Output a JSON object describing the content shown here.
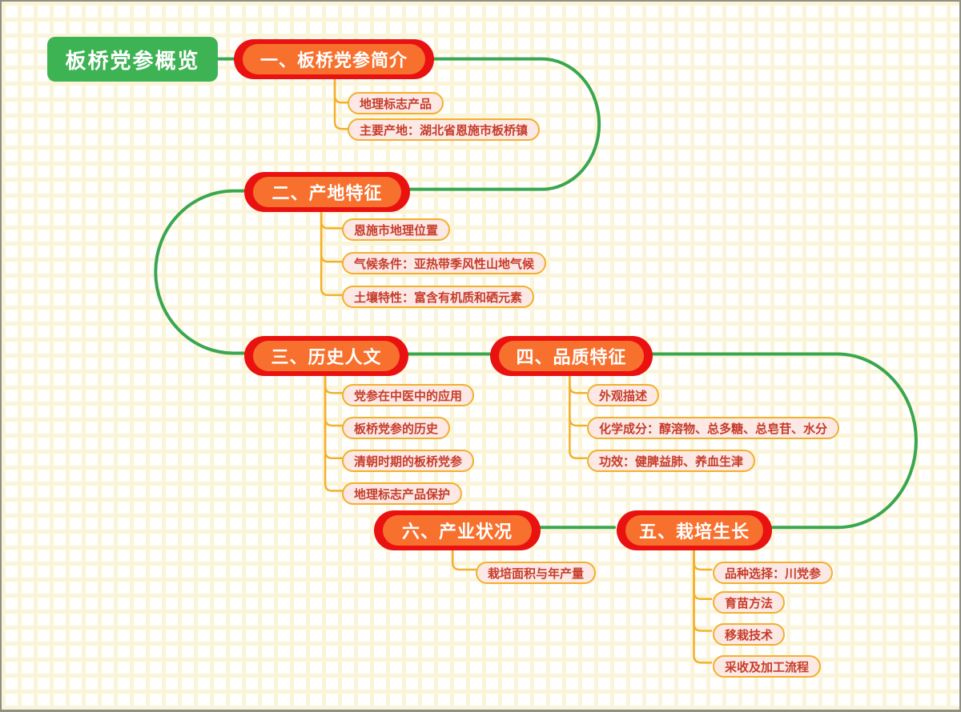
{
  "canvas": {
    "type": "mindmap",
    "background": "white with pale-yellow 20px grid"
  },
  "colors": {
    "root_fill": "#3eb354",
    "topic_ring": "#ea1111",
    "topic_fill": "#f8702e",
    "topic_text": "#ffffff",
    "subtopic_fill": "#fce8e5",
    "subtopic_border": "#f3b02c",
    "subtopic_text": "#c63c2a",
    "main_connector": "#3aa64f",
    "branch_connector": "#f3b02c",
    "grid_line": "#faf4d8"
  },
  "mindmap": {
    "root": "板桥党参概览",
    "topics": [
      {
        "label": "一、板桥党参简介",
        "children": [
          "地理标志产品",
          "主要产地：湖北省恩施市板桥镇"
        ]
      },
      {
        "label": "二、产地特征",
        "children": [
          "恩施市地理位置",
          "气候条件：亚热带季风性山地气候",
          "土壤特性：富含有机质和硒元素"
        ]
      },
      {
        "label": "三、历史人文",
        "children": [
          "党参在中医中的应用",
          "板桥党参的历史",
          "清朝时期的板桥党参",
          "地理标志产品保护"
        ]
      },
      {
        "label": "四、品质特征",
        "children": [
          "外观描述",
          "化学成分：醇溶物、总多糖、总皂苷、水分",
          "功效：健脾益肺、养血生津"
        ]
      },
      {
        "label": "五、栽培生长",
        "children": [
          "品种选择：川党参",
          "育苗方法",
          "移栽技术",
          "采收及加工流程"
        ]
      },
      {
        "label": "六、产业状况",
        "children": [
          "栽培面积与年产量"
        ]
      }
    ]
  }
}
